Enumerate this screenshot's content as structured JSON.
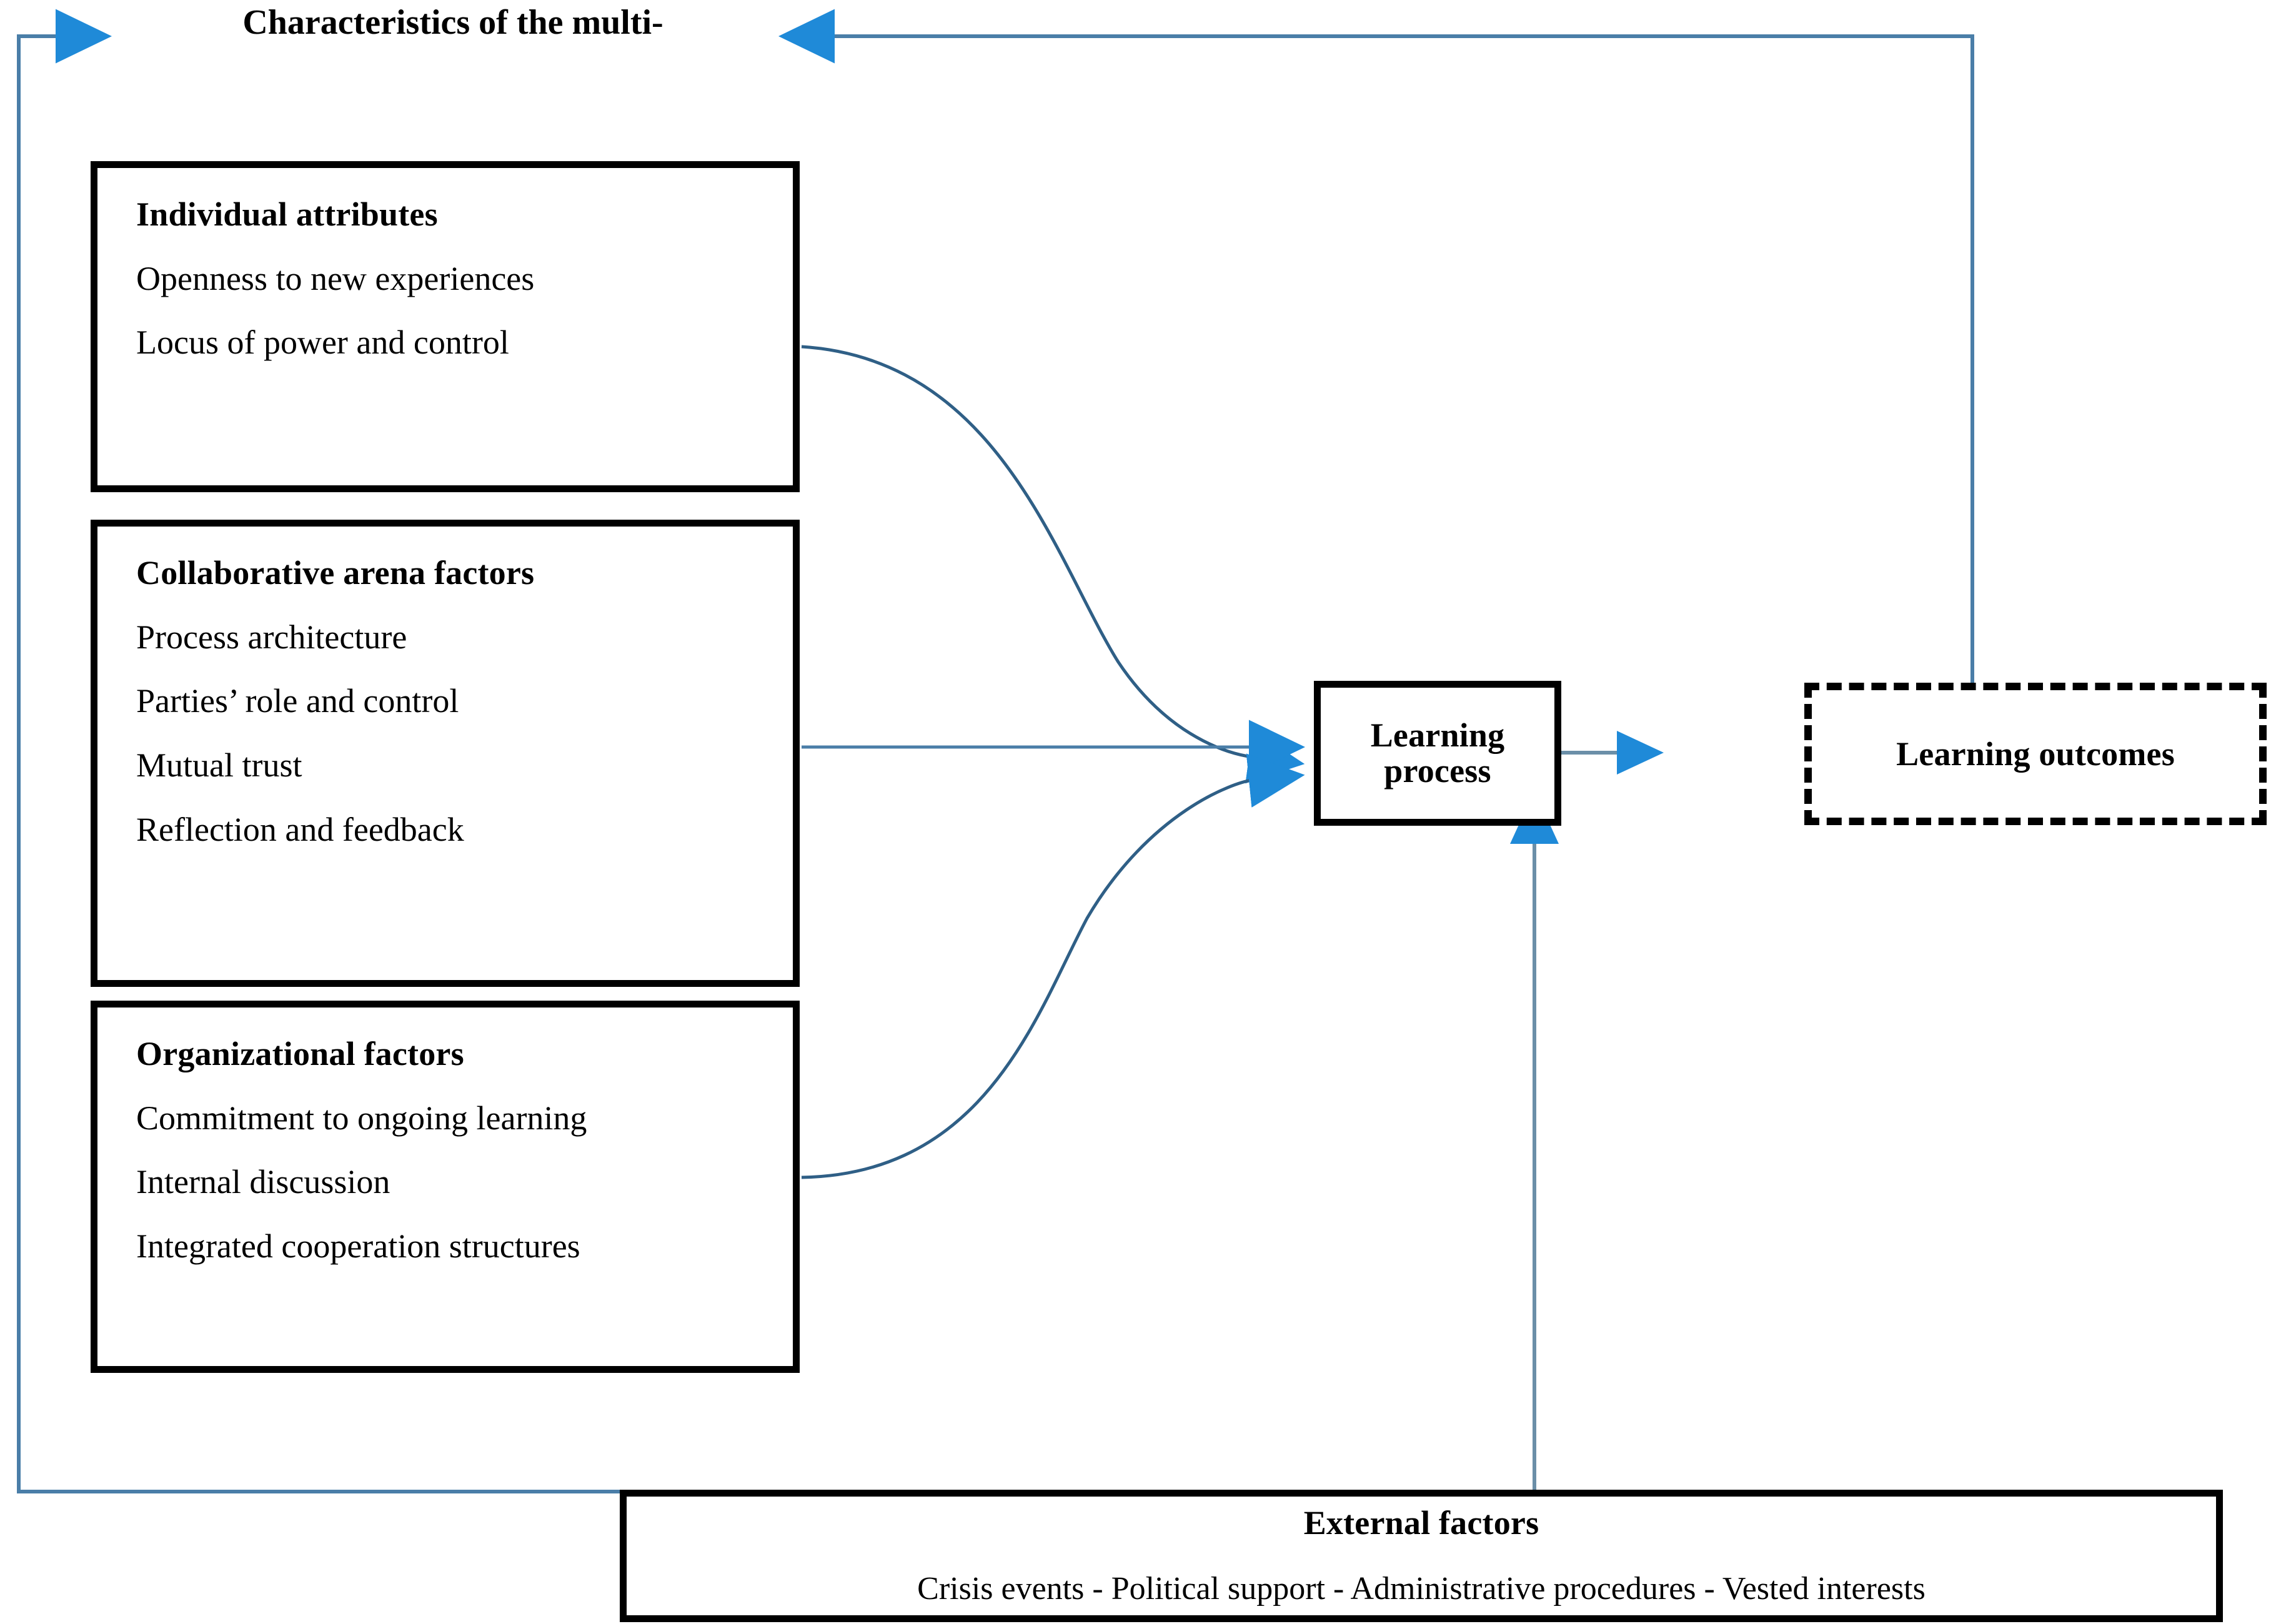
{
  "diagram": {
    "banner_label": "Characteristics of the multi-",
    "line_color": "#4a7ea8",
    "arrow_color": "#1f8ad8",
    "border_color": "#000000",
    "background": "#ffffff"
  },
  "factor_boxes": [
    {
      "title": "Individual attributes",
      "items": [
        "Openness to new experiences",
        "Locus of power and control"
      ]
    },
    {
      "title": "Collaborative arena factors",
      "items": [
        "Process architecture",
        "Parties’ role and control",
        "Mutual trust",
        "Reflection and feedback"
      ]
    },
    {
      "title": "Organizational factors",
      "items": [
        "Commitment to ongoing learning",
        "Internal discussion",
        "Integrated cooperation structures"
      ]
    }
  ],
  "process": {
    "label": "Learning process"
  },
  "outcomes": {
    "label": "Learning outcomes"
  },
  "external": {
    "title": "External factors",
    "items_line": "Crisis events - Political support - Administrative procedures - Vested interests"
  }
}
